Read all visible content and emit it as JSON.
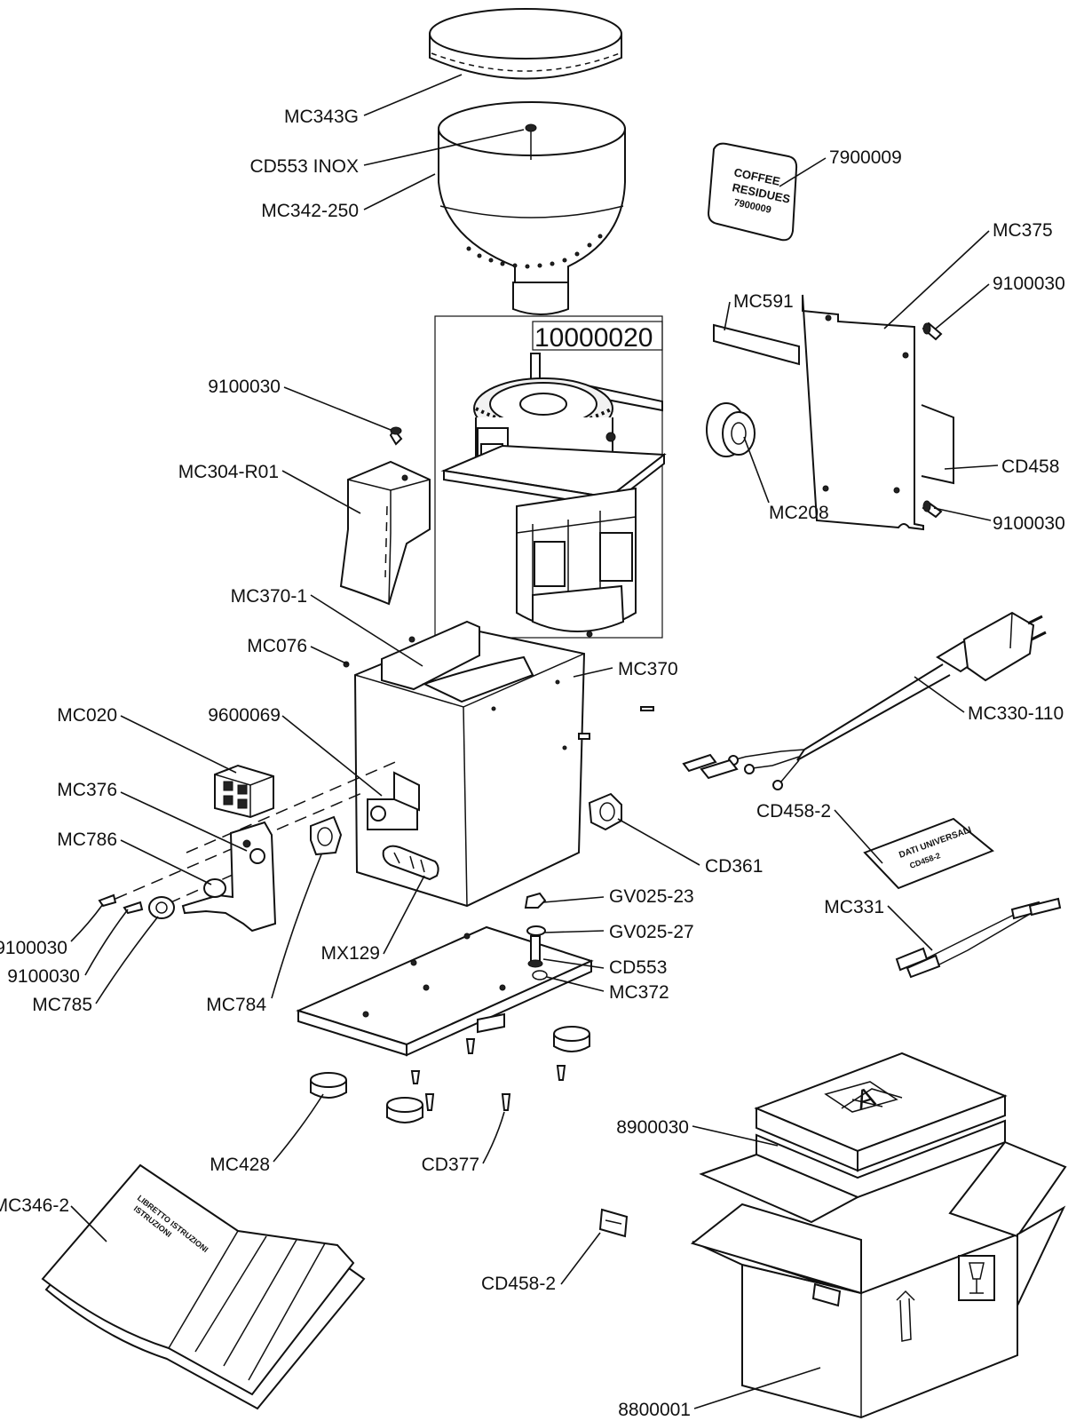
{
  "callouts": {
    "mc343g": "MC343G",
    "cd553_inox": "CD553 INOX",
    "mc342_250": "MC342-250",
    "p7900009": "7900009",
    "mc375": "MC375",
    "mc591": "MC591",
    "p9100030_top_right": "9100030",
    "p10000020": "10000020",
    "p9100030_left": "9100030",
    "mc304_r01": "MC304-R01",
    "cd458": "CD458",
    "mc208": "MC208",
    "p9100030_right": "9100030",
    "mc370_1": "MC370-1",
    "mc076": "MC076",
    "mc370": "MC370",
    "mc330_110": "MC330-110",
    "mc020": "MC020",
    "p9600069": "9600069",
    "mc376": "MC376",
    "mc786": "MC786",
    "cd458_2_top": "CD458-2",
    "cd361": "CD361",
    "mc331": "MC331",
    "gv025_23": "GV025-23",
    "gv025_27": "GV025-27",
    "cd553": "CD553",
    "mc372": "MC372",
    "p9100030_bl1": "9100030",
    "p9100030_bl2": "9100030",
    "mc785": "MC785",
    "mc784": "MC784",
    "mx129": "MX129",
    "mc428": "MC428",
    "cd377": "CD377",
    "p8900030": "8900030",
    "mc346_2": "MC346-2",
    "cd458_2_bottom": "CD458-2",
    "p8800001": "8800001"
  },
  "printed": {
    "sticker_coffee_1": "COFFEE",
    "sticker_coffee_2": "RESIDUES",
    "sticker_coffee_3": "7900009",
    "card_dati_1": "DATI UNIVERSALI",
    "card_dati_2": "CD458-2",
    "booklet_1": "LIBRETTO ISTRUZIONI",
    "booklet_2": "ISTRUZIONI",
    "box_letter": "A"
  }
}
